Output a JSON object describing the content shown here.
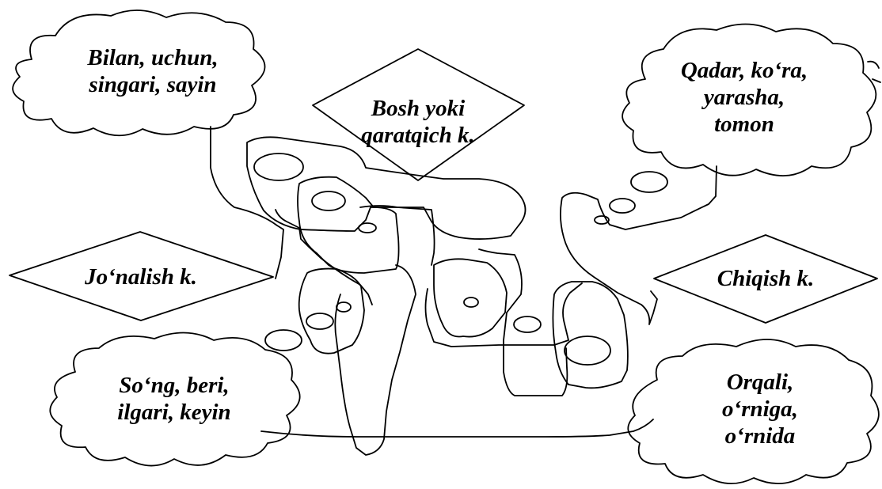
{
  "clouds": {
    "top_left": {
      "lines": [
        "Bilan, uchun,",
        "singari, sayin"
      ]
    },
    "top_right": {
      "lines": [
        "Qadar, ko‘ra,",
        "yarasha,",
        "tomon"
      ]
    },
    "bottom_left": {
      "lines": [
        "So‘ng, beri,",
        "ilgari, keyin"
      ]
    },
    "bottom_right": {
      "lines": [
        "Orqali,",
        "o‘rniga,",
        "o‘rnida"
      ]
    }
  },
  "diamonds": {
    "top_center": {
      "lines": [
        "Bosh yoki",
        "qaratqich k."
      ]
    },
    "left": {
      "lines": [
        "Jo‘nalish k."
      ]
    },
    "right": {
      "lines": [
        "Chiqish k."
      ]
    }
  },
  "colors": {
    "stroke": "#000000",
    "background": "#ffffff"
  }
}
